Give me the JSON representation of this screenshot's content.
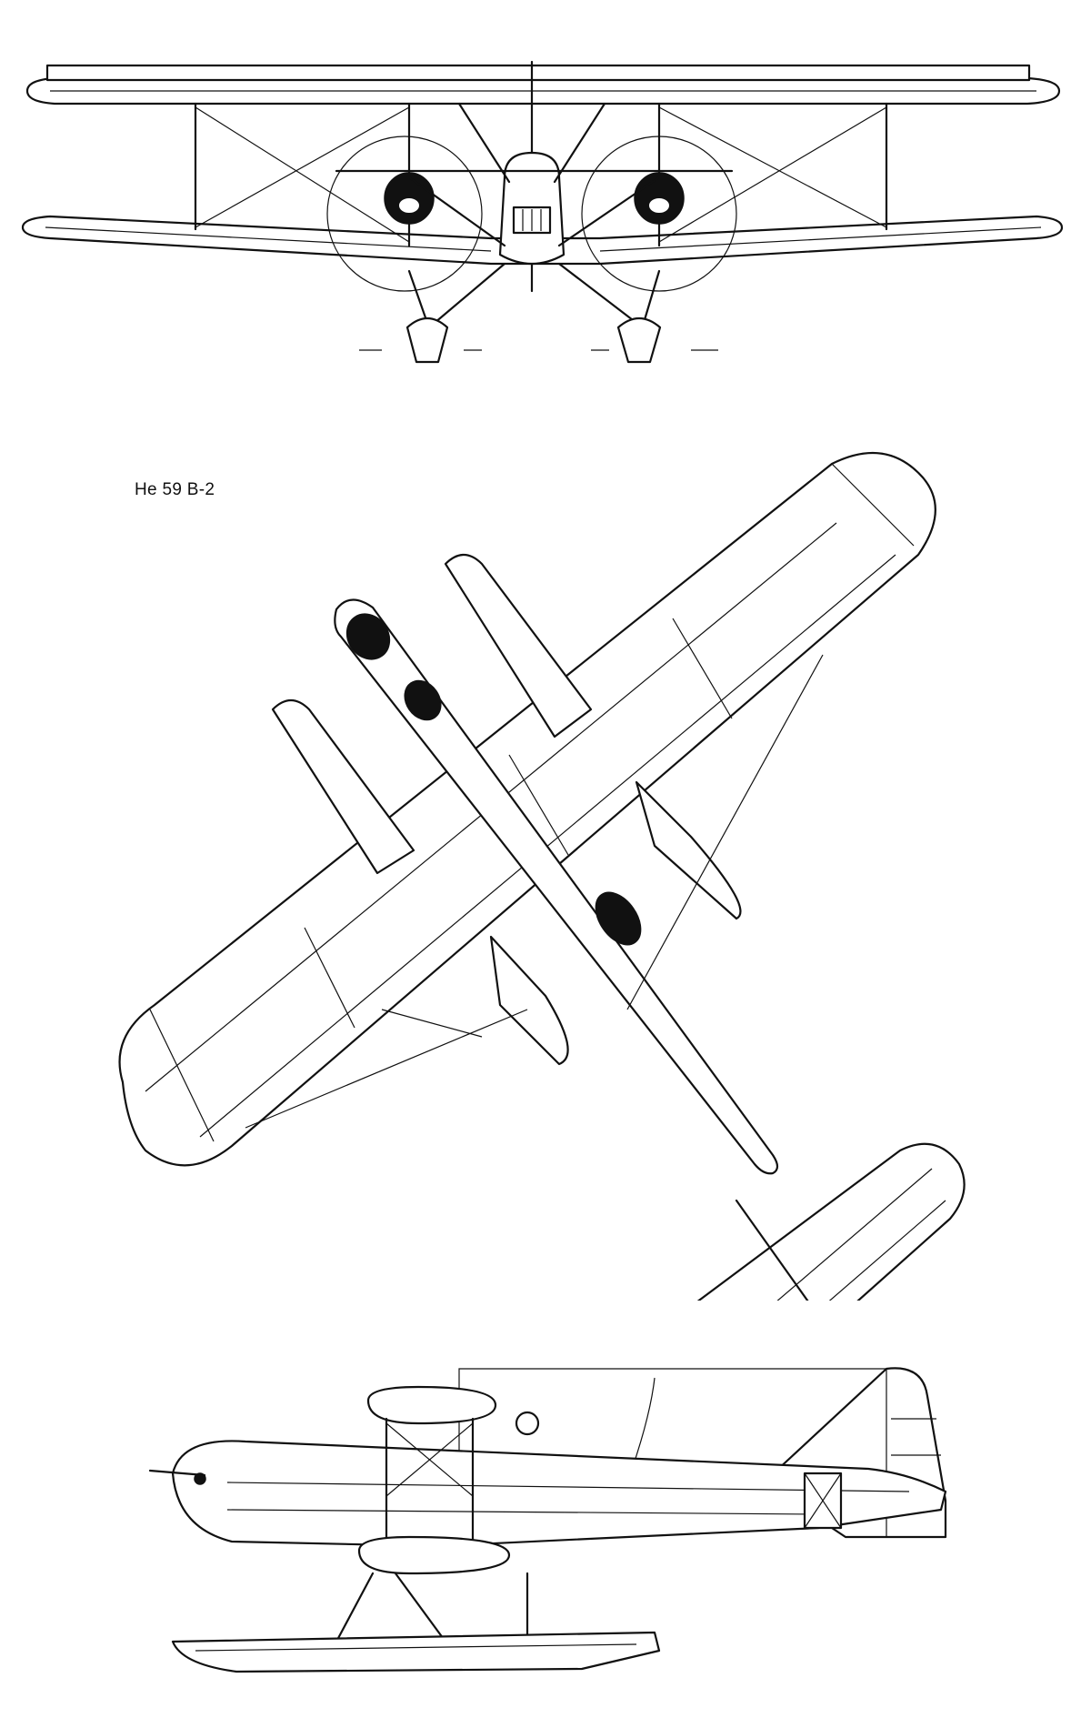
{
  "drawing": {
    "model_label": "He 59 B-2"
  },
  "views": [
    "front",
    "top",
    "side"
  ]
}
